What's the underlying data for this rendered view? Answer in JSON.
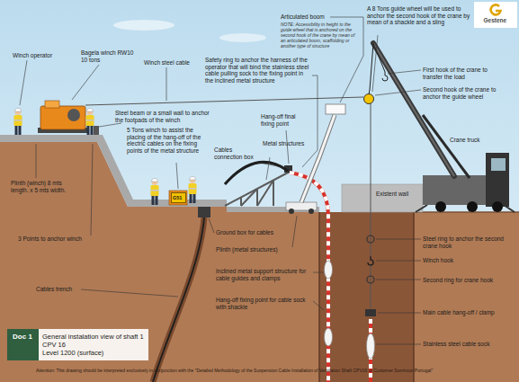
{
  "diagram": {
    "nodes": [
      {
        "text": [
          "Gestene"
        ]
      },
      {
        "text": [
          "G51"
        ]
      },
      {
        "text": [
          "Doc 1"
        ]
      },
      {
        "text": [
          "General instalation view of shaft 1",
          "CPV 16",
          "Level 1200 (surface)"
        ]
      }
    ],
    "labels": [
      "A 8 Tons guide wheel will be used to anchor the second hook of the crane by mean of a shackle and a sling",
      "Articulated boom",
      "NOTE: Accessibility in height to the guide wheel that is anchored on the second hook of the crane by mean of an articulated boom, scaffolding or another type of structure",
      "Winch operator",
      "Bagela winch RW10 10 tons",
      "Winch steel cable",
      "Safety ring to anchor the harness of the operator that will bind the stainless steel cable pulling sock to the fixing point in the inclined metal structure",
      "First hook of the crane to transfer the load",
      "Second hook of the crane to anchor the guide wheel",
      "Steel beam or a small wall to anchor the footpads of the winch",
      "Hang-off final fixing point",
      "5 Tons winch to assist the placing of the hang-off of the electric cables on the fixing points of the metal structure",
      "Crane truck",
      "Cables connection box",
      "Metal structures",
      "Existent wall",
      "Plinth (winch) 8 mts length. x 5 mts width.",
      "Ground box for cables",
      "3 Points to anchor winch",
      "Steel ring to anchor the second crane hook",
      "Plinth (metal structures)",
      "Winch hook",
      "Inclined metal support structure for cable guides and clamps",
      "Second ring for crane hook",
      "Cables trench",
      "Hang-off fixing point for cable sock with shackle",
      "Main cable hang-off / clamp",
      "Stainless steel cable sock",
      "Attention: This drawing should be interpreted exclusively in conjunction with the \"Detailed Methodology of the Suspension Cable Installation of Ventilation Shaft CPV16 at Customer Somincor Portugal\""
    ]
  }
}
